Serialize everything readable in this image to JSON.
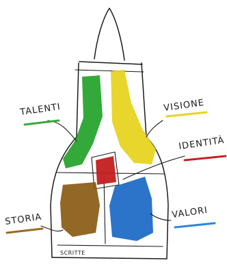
{
  "labels": {
    "talenti": "TALENTI",
    "visione": "VISIONE",
    "identita": "IDENTITÀ",
    "storia": "STORIA",
    "valori": "VALORI",
    "scritte": "SCRITTE"
  },
  "colors": {
    "talenti": "#22a229",
    "visione": "#e6d21a",
    "identita": "#c21d1d",
    "storia": "#8a5a12",
    "valori": "#1a68c6",
    "talenti_underline": "#3aa83a",
    "visione_underline": "#e8d31e",
    "identita_underline": "#c42222",
    "storia_underline": "#9a6a1e",
    "valori_underline": "#2d86d8"
  }
}
